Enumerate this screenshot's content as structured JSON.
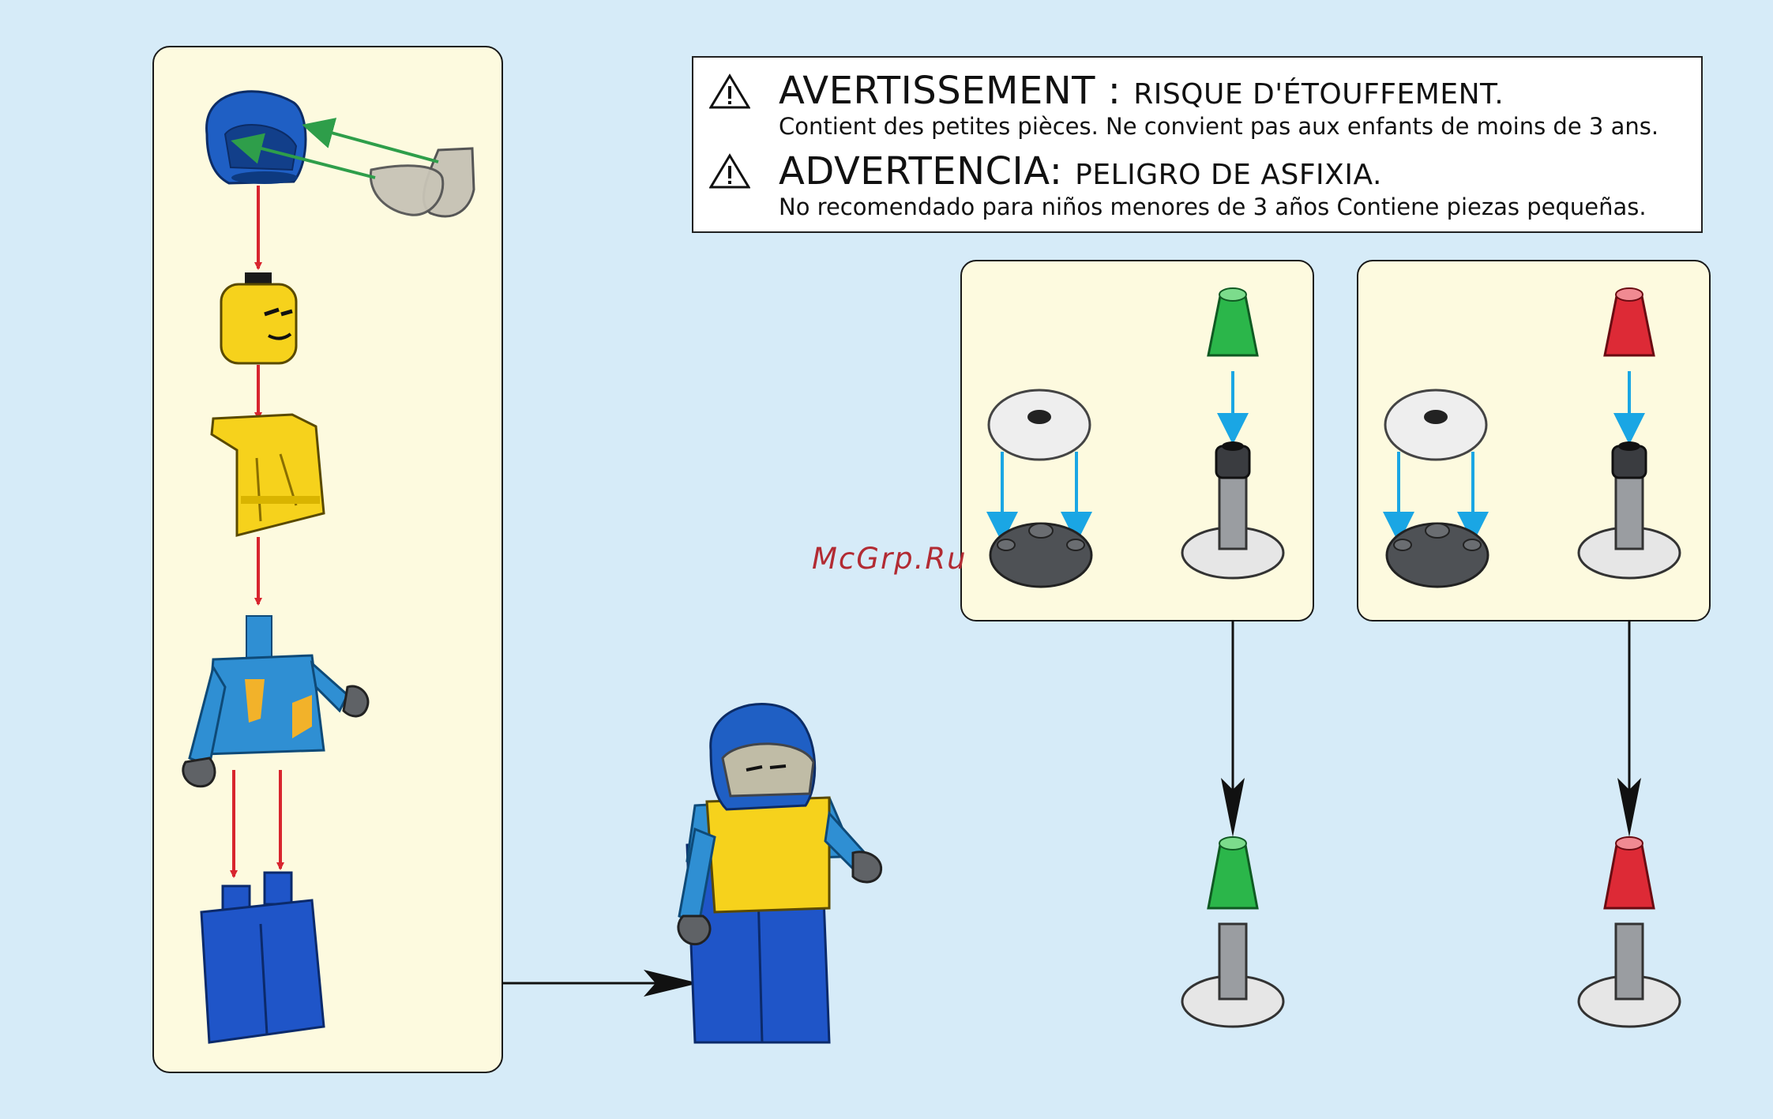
{
  "warnings": [
    {
      "title": "AVERTISSEMENT :",
      "subtitle": "RISQUE D'ÉTOUFFEMENT.",
      "body": "Contient des petites pièces. Ne convient pas aux enfants de moins de 3 ans."
    },
    {
      "title": "ADVERTENCIA:",
      "subtitle": "PELIGRO DE ASFIXIA.",
      "body": "No recomendado para niños menores de 3 años  Contiene piezas pequeñas."
    }
  ],
  "watermark": "McGrp.Ru",
  "colors": {
    "background": "#d6ebf8",
    "panel": "#fdfadf",
    "assembly_arrow_red": "#d8252e",
    "assembly_arrow_green": "#2e9e4a",
    "assembly_arrow_blue": "#1aa6e4",
    "flow_arrow": "#111111",
    "helmet": "#1f5fc4",
    "head": "#f6d21c",
    "torso": "#2f8fd3",
    "legs": "#1f55c8",
    "lens_green": "#2bb64a",
    "lens_red": "#dd2a36"
  }
}
